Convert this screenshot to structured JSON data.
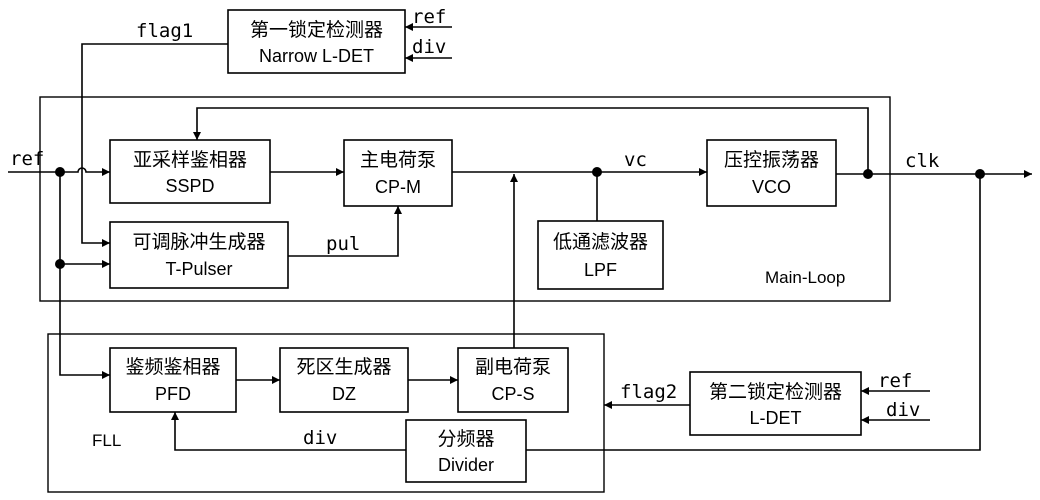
{
  "blocks": {
    "narrow_ldet": {
      "cn": "第一锁定检测器",
      "en": "Narrow L-DET"
    },
    "sspd": {
      "cn": "亚采样鉴相器",
      "en": "SSPD"
    },
    "cpm": {
      "cn": "主电荷泵",
      "en": "CP-M"
    },
    "vco": {
      "cn": "压控振荡器",
      "en": "VCO"
    },
    "tpulser": {
      "cn": "可调脉冲生成器",
      "en": "T-Pulser"
    },
    "lpf": {
      "cn": "低通滤波器",
      "en": "LPF"
    },
    "pfd": {
      "cn": "鉴频鉴相器",
      "en": "PFD"
    },
    "dz": {
      "cn": "死区生成器",
      "en": "DZ"
    },
    "cps": {
      "cn": "副电荷泵",
      "en": "CP-S"
    },
    "ldet": {
      "cn": "第二锁定检测器",
      "en": "L-DET"
    },
    "divider": {
      "cn": "分频器",
      "en": "Divider"
    }
  },
  "signals": {
    "flag1": "flag1",
    "flag2": "flag2",
    "ref_in": "ref",
    "ref_ldet1": "ref",
    "div_ldet1": "div",
    "ref_ldet2": "ref",
    "div_ldet2": "div",
    "vc": "vc",
    "clk": "clk",
    "pul": "pul",
    "div_fb": "div"
  },
  "regions": {
    "main_loop": "Main-Loop",
    "fll": "FLL"
  }
}
